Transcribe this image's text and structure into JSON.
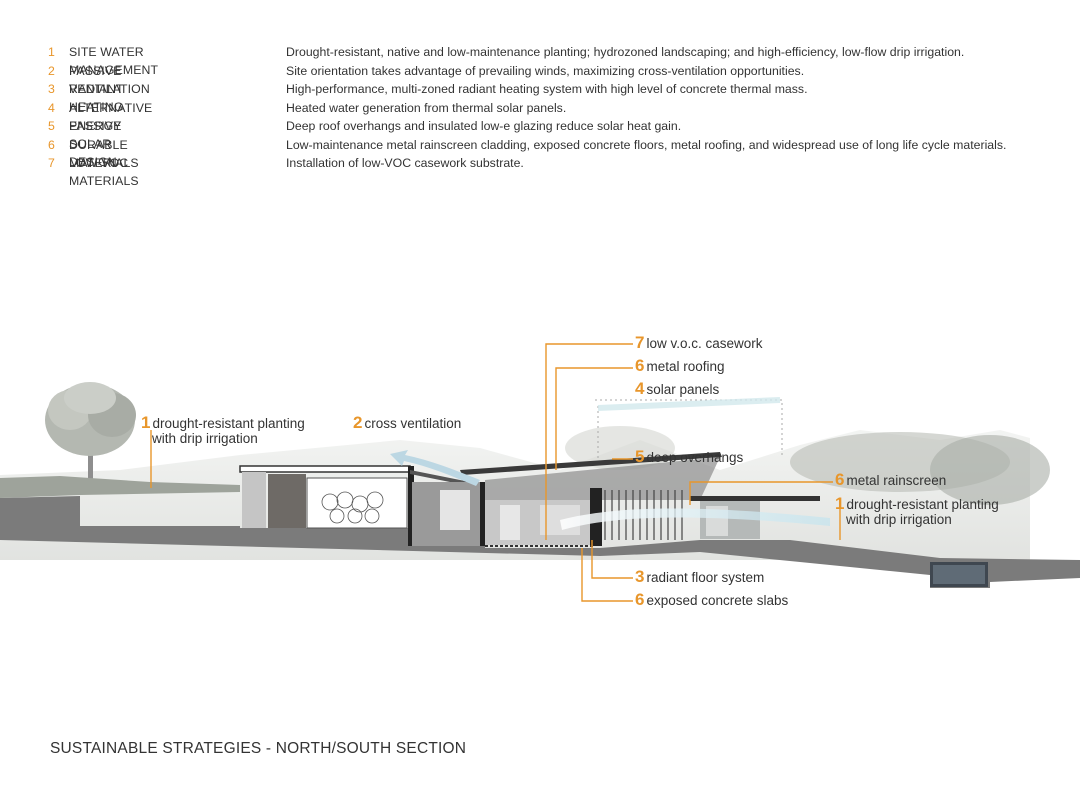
{
  "legend": [
    {
      "num": "1",
      "title": "SITE WATER MANAGEMENT",
      "desc": "Drought-resistant, native and low-maintenance planting; hydrozoned landscaping; and high-efficiency, low-flow drip irrigation."
    },
    {
      "num": "2",
      "title": "PASSIVE VENTILATION",
      "desc": "Site orientation takes advantage of prevailing winds, maximizing cross-ventilation opportunities."
    },
    {
      "num": "3",
      "title": "RADIANT HEATING",
      "desc": "High-performance, multi-zoned radiant heating system with high level of concrete thermal mass."
    },
    {
      "num": "4",
      "title": "ALTERNATIVE ENERGY",
      "desc": "Heated water generation from thermal solar panels."
    },
    {
      "num": "5",
      "title": "PASSIVE SOLAR DESIGN",
      "desc": "Deep roof overhangs and insulated low-e glazing reduce solar heat gain."
    },
    {
      "num": "6",
      "title": "DURABLE MATERIALS",
      "desc": "Low-maintenance metal rainscreen cladding, exposed concrete floors, metal roofing, and widespread use of long life cycle materials."
    },
    {
      "num": "7",
      "title": "LOW-VOC MATERIALS",
      "desc": "Installation of low-VOC casework substrate."
    }
  ],
  "callouts": {
    "planting_left": {
      "num": "1",
      "line1": "drought-resistant planting",
      "line2": "with drip irrigation"
    },
    "cross_ventilation": {
      "num": "2",
      "line1": "cross ventilation"
    },
    "casework": {
      "num": "7",
      "line1": "low v.o.c. casework"
    },
    "metal_roofing": {
      "num": "6",
      "line1": "metal roofing"
    },
    "solar_panels": {
      "num": "4",
      "line1": "solar panels"
    },
    "deep_overhangs": {
      "num": "5",
      "line1": "deep overhangs"
    },
    "metal_rainscreen": {
      "num": "6",
      "line1": "metal rainscreen"
    },
    "planting_right": {
      "num": "1",
      "line1": "drought-resistant planting",
      "line2": "with drip irrigation"
    },
    "radiant_floor": {
      "num": "3",
      "line1": "radiant floor system"
    },
    "concrete_slabs": {
      "num": "6",
      "line1": "exposed concrete slabs"
    }
  },
  "footer": {
    "title": "SUSTAINABLE STRATEGIES - NORTH/SOUTH SECTION"
  },
  "colors": {
    "accent": "#e8962b",
    "text": "#333333",
    "ground": "#6b6b6b",
    "vegetation": "#9ea39b"
  }
}
